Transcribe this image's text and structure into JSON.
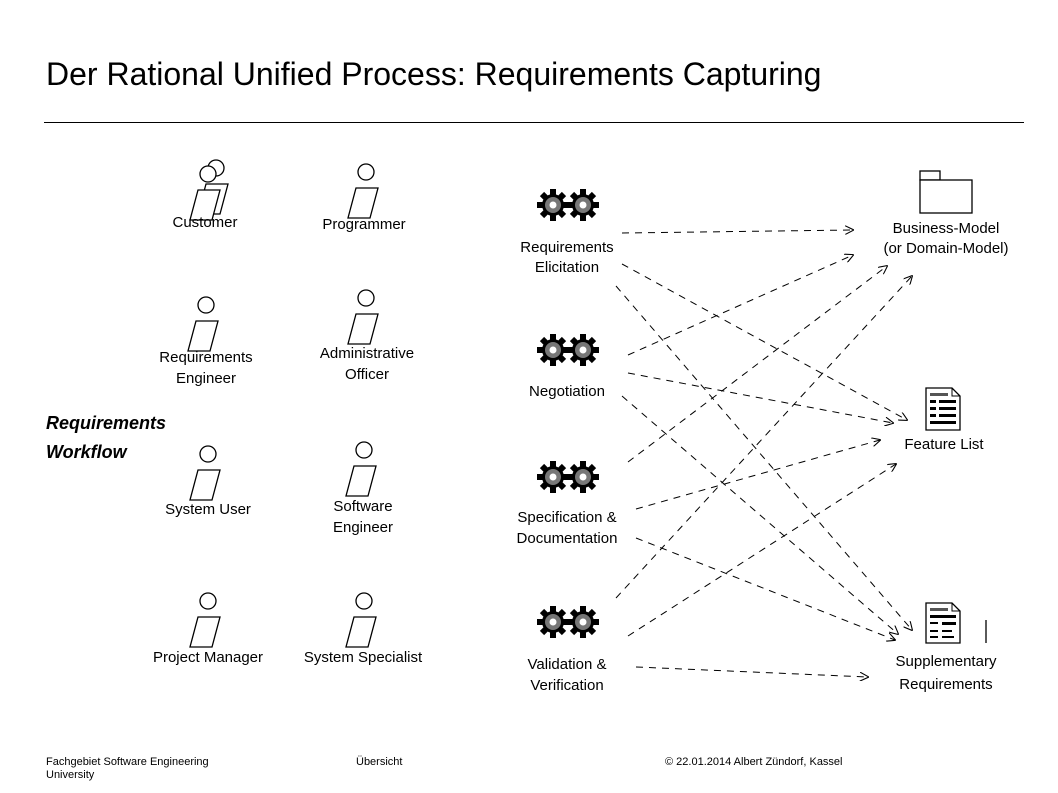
{
  "title": "Der Rational Unified Process: Requirements Capturing",
  "workflow": [
    "Requirements",
    "Workflow"
  ],
  "roles": {
    "customer": [
      "Customer"
    ],
    "programmer": [
      "Programmer"
    ],
    "requirements_engineer": [
      "Requirements",
      "Engineer"
    ],
    "administrative_officer": [
      "Administrative",
      "Officer"
    ],
    "system_user": [
      "System User"
    ],
    "software_engineer": [
      "Software",
      "Engineer"
    ],
    "project_manager": [
      "Project  Manager"
    ],
    "system_specialist": [
      "System  Specialist"
    ]
  },
  "activities": {
    "elicitation": [
      "Requirements",
      "Elicitation"
    ],
    "negotiation": [
      "Negotiation"
    ],
    "specification": [
      "Specification &",
      "Documentation"
    ],
    "validation": [
      "Validation &",
      "Verification"
    ]
  },
  "artifacts": {
    "business_model": [
      "Business-Model",
      "(or  Domain-Model)"
    ],
    "feature_list": [
      "Feature  List"
    ],
    "supplementary": [
      "Supplementary",
      "Requirements"
    ]
  },
  "footer": {
    "left": [
      "Fachgebiet Software Engineering",
      "University"
    ],
    "center": "Übersicht",
    "right": "© 22.01.2014 Albert Zündorf, Kassel"
  }
}
